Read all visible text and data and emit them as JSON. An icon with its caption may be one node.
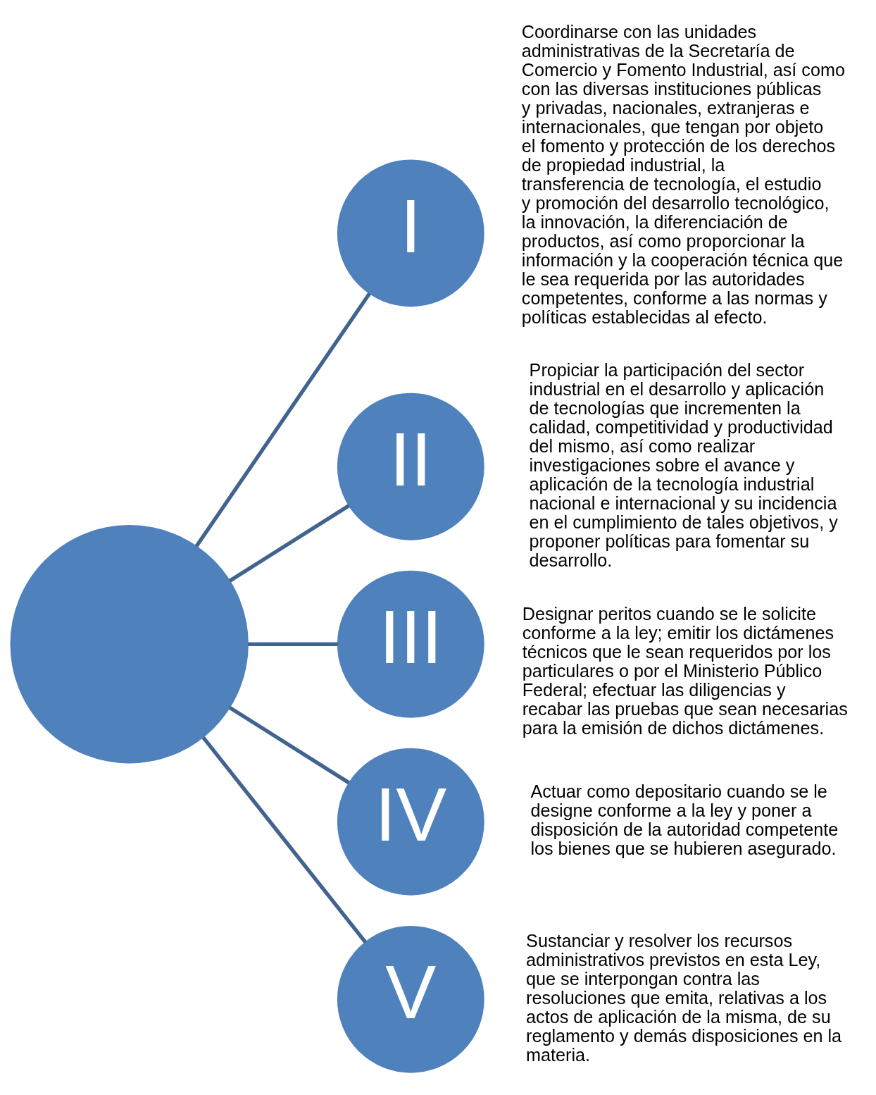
{
  "diagram": {
    "nodes": [
      {
        "text": [],
        "shape": "circle"
      },
      {
        "text": [
          "I"
        ],
        "beside": [
          "Coordinarse con las unidades administrativas de la Secretaría de Comercio y Fomento Industrial, así como con las diversas instituciones públicas y privadas, nacionales, extranjeras e internacionales, que tengan por objeto el fomento y protección de los derechos de propiedad industrial, la transferencia de tecnología, el estudio y promoción del desarrollo tecnológico, la innovación, la diferenciación de productos, así como proporcionar la información y la cooperación técnica que le sea requerida por las autoridades competentes, conforme a las normas y políticas establecidas al efecto."
        ]
      },
      {
        "text": [
          "II"
        ],
        "beside": [
          "Propiciar la participación del sector industrial en el desarrollo y aplicación de tecnologías que incrementen la calidad, competitividad y productividad del mismo, así como realizar investigaciones sobre el avance y aplicación de la tecnología industrial nacional e internacional y su incidencia en el cumplimiento de tales objetivos, y proponer políticas para fomentar su desarrollo."
        ]
      },
      {
        "text": [
          "III"
        ],
        "beside": [
          "Designar peritos cuando se le solicite conforme a la ley; emitir los dictámenes técnicos que le sean requeridos por los particulares o por el Ministerio Público Federal; efectuar las diligencias y recabar las pruebas que sean necesarias para la emisión de dichos dictámenes."
        ]
      },
      {
        "text": [
          "IV"
        ],
        "beside": [
          "Actuar como depositario cuando se le designe conforme a la ley y poner a disposición de la autoridad competente los bienes que se hubieren asegurado."
        ]
      },
      {
        "text": [
          "V"
        ],
        "beside": [
          "Sustanciar y resolver los recursos administrativos previstos en esta Ley, que se interpongan contra las resoluciones que emita, relativas a los actos de aplicación de la misma, de su reglamento y demás disposiciones en la materia."
        ]
      }
    ],
    "edges": [
      {
        "from": 0,
        "to": 1,
        "arrow": "none"
      },
      {
        "from": 0,
        "to": 2,
        "arrow": "none"
      },
      {
        "from": 0,
        "to": 3,
        "arrow": "none"
      },
      {
        "from": 0,
        "to": 4,
        "arrow": "none"
      },
      {
        "from": 0,
        "to": 5,
        "arrow": "none"
      }
    ]
  }
}
